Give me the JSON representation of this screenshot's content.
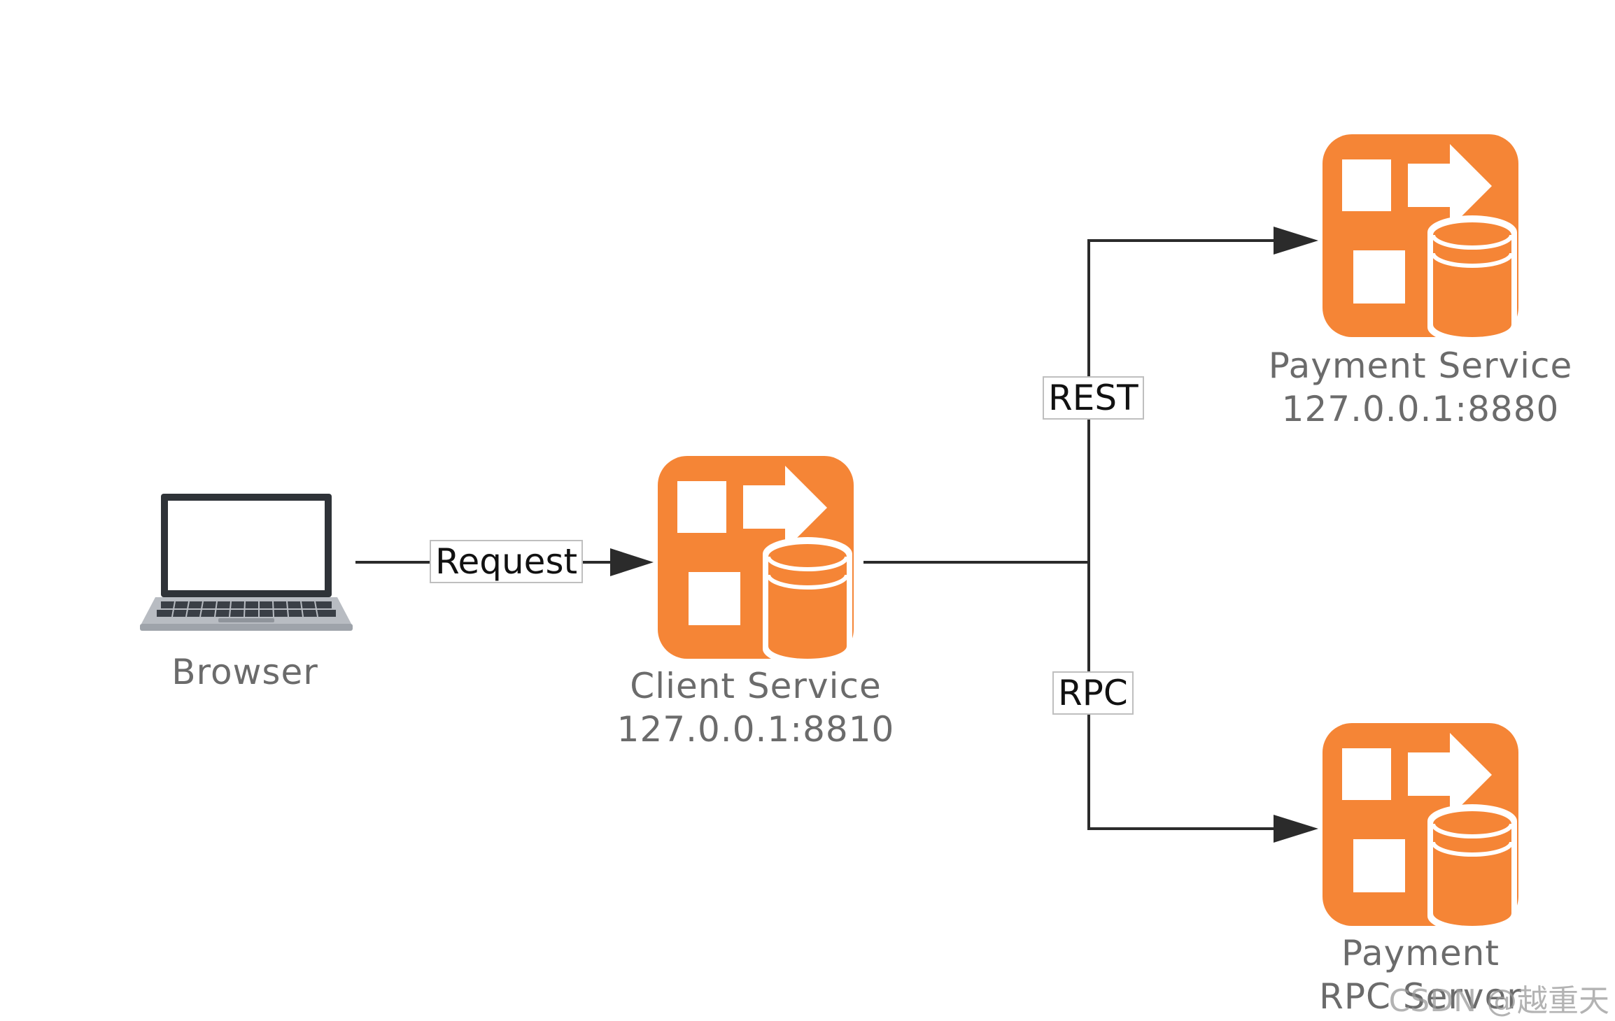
{
  "colors": {
    "accent": "#F58536",
    "icon_white": "#FFFFFF",
    "line": "#2B2B2B",
    "node_label": "#6B6B6B"
  },
  "nodes": {
    "browser": {
      "icon": "laptop-icon",
      "label": "Browser"
    },
    "client": {
      "icon": "service-icon",
      "name": "Client Service",
      "address": "127.0.0.1:8810"
    },
    "payment": {
      "icon": "service-icon",
      "name": "Payment Service",
      "address": "127.0.0.1:8880"
    },
    "payment_rpc": {
      "icon": "service-icon",
      "line1": "Payment",
      "line2": "RPC Server"
    }
  },
  "edges": {
    "request": "Request",
    "rest": "REST",
    "rpc": "RPC"
  },
  "watermark": "CSDN @越重天"
}
